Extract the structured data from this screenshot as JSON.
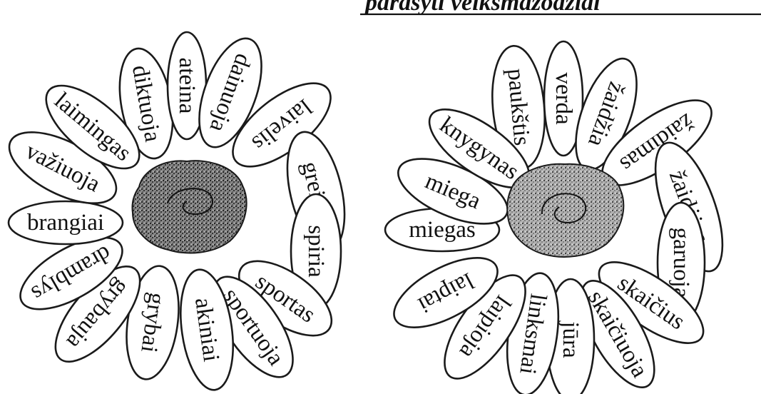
{
  "header": {
    "text": "parašyti veiksmažodžiai"
  },
  "colors": {
    "ink": "#111111",
    "paper": "#ffffff",
    "center_dark": "#3a3a3a",
    "center_light": "#9a9a9a"
  },
  "flowers": [
    {
      "id": "left",
      "words": [
        "diktuoja",
        "ateina",
        "dainuoja",
        "laivelis",
        "greitai",
        "spiria",
        "sportas",
        "sportuoja",
        "akiniai",
        "grybai",
        "grybauja",
        "dramblys",
        "brangiai",
        "važiuoja",
        "laimingas"
      ]
    },
    {
      "id": "right",
      "words": [
        "paukštis",
        "verda",
        "žaidžia",
        "žaidimas",
        "žaidėjas",
        "garuoja",
        "skaičius",
        "skaičiuoja",
        "jūra",
        "linksmai",
        "laipioja",
        "laiptai",
        "miegas",
        "miega",
        "knygynas"
      ]
    }
  ]
}
